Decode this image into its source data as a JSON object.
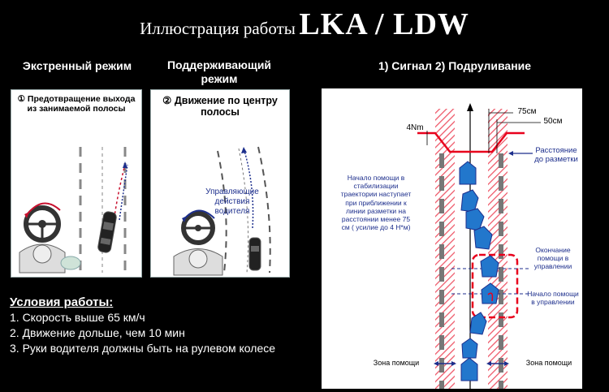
{
  "title": {
    "prefix": "Иллюстрация работы",
    "main": "LKA / LDW"
  },
  "headings": {
    "emergency": "Экстренный режим",
    "support_line1": "Поддерживающий",
    "support_line2": "режим",
    "signal": "1) Сигнал  2) Подруливание"
  },
  "panel1": {
    "line1": "① Предотвращение выхода",
    "line2": "из занимаемой полосы"
  },
  "panel2": {
    "line1": "② Движение по центру",
    "line2": "полосы",
    "driver_line1": "Управляющие",
    "driver_line2": "действия",
    "driver_line3": "водителя"
  },
  "conditions": {
    "heading": "Условия работы:",
    "items": [
      "1. Скорость выше 65 км/ч",
      "2. Движение дольше, чем 10 мин",
      "3. Руки водителя должны быть на рулевом колесе"
    ]
  },
  "diagram": {
    "torque": "4Nm",
    "dist1": "75см",
    "dist2": "50см",
    "distance_line1": "Расстояние",
    "distance_line2": "до разметки",
    "assist_text": [
      "Начало помощи в",
      "стабилизации",
      "траектории наступает",
      "при приближении к",
      "линии разметки на",
      "расстоянии менее 75",
      "см ( усилие до 4 Н*м)"
    ],
    "end_help": [
      "Окончание",
      "помощи в",
      "управлении"
    ],
    "start_help": [
      "Начало помощи",
      "в управлении"
    ],
    "zone_left": "Зона помощи",
    "zone_right": "Зона помощи"
  },
  "colors": {
    "accent_red": "#e8001c",
    "car_blue": "#2277cc",
    "dark_blue": "#1c2e8c",
    "hatch_red": "#ee5566"
  }
}
